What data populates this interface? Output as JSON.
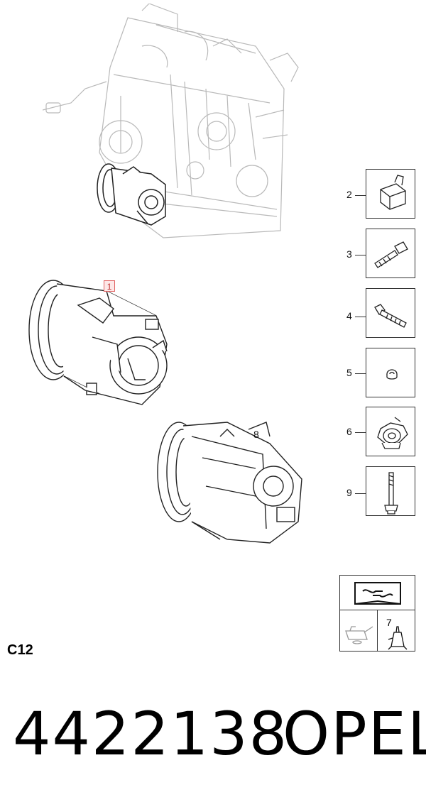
{
  "callouts": {
    "main_part": "1",
    "part_2": "2",
    "part_3": "3",
    "part_4": "4",
    "part_5": "5",
    "part_6": "6",
    "part_7": "7",
    "part_8": "8",
    "part_9": "9"
  },
  "group_code": "C12",
  "part_number": "4422138",
  "brand": "OPEL",
  "colors": {
    "line": "#222222",
    "engine_line": "#b9b9b9",
    "highlight_border": "#e06060",
    "highlight_fill": "#fde8e8"
  },
  "icons": {
    "engine": "engine-drawing",
    "compressor_variant_a": "ac-compressor-drawing",
    "compressor_variant_b": "ac-compressor-drawing",
    "relay": "relay-icon",
    "bolt_short": "bolt-icon",
    "bolt_flange": "bolt-icon",
    "bushing": "bushing-icon",
    "clip_nut": "clip-nut-icon",
    "long_bolt": "long-bolt-icon",
    "tools_note": "wrench-icon",
    "oil_can": "oil-can-icon",
    "lubricant_bottle": "lubricant-bottle-icon"
  }
}
